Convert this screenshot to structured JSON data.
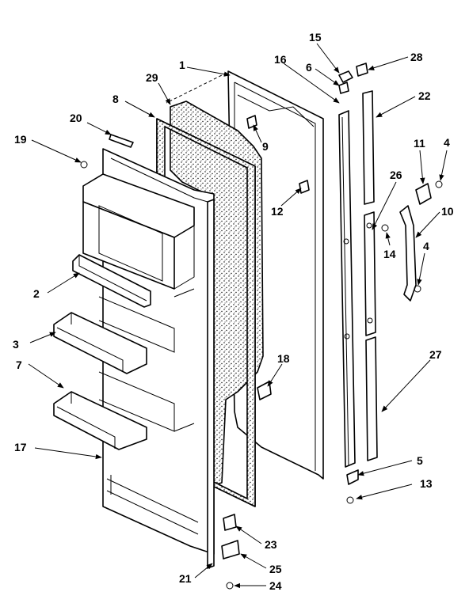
{
  "diagram": {
    "labels": {
      "p1": "1",
      "p2": "2",
      "p3": "3",
      "p4a": "4",
      "p4b": "4",
      "p5": "5",
      "p6": "6",
      "p7": "7",
      "p8": "8",
      "p9": "9",
      "p10": "10",
      "p11": "11",
      "p12": "12",
      "p13": "13",
      "p14": "14",
      "p15": "15",
      "p16": "16",
      "p17": "17",
      "p18": "18",
      "p19": "19",
      "p20": "20",
      "p21": "21",
      "p22": "22",
      "p23": "23",
      "p24": "24",
      "p25": "25",
      "p26": "26",
      "p27": "27",
      "p28": "28",
      "p29": "29"
    }
  }
}
